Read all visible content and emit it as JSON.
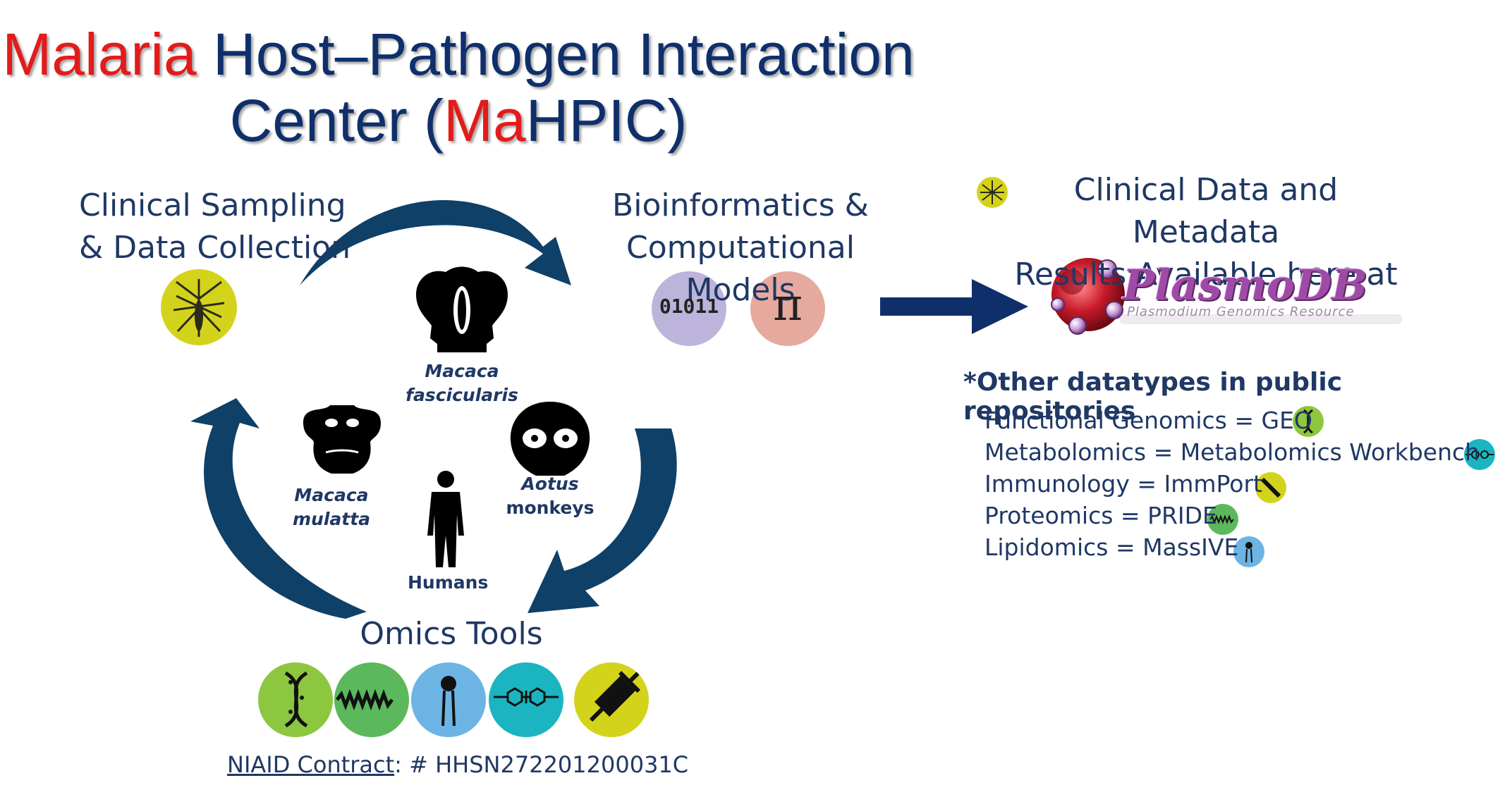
{
  "title": {
    "line1_red": "Malaria",
    "line1_rest": " Host–Pathogen Interaction",
    "line2_a": "Center (",
    "line2_red": "Ma",
    "line2_b": "HPIC)"
  },
  "stages": {
    "clinical_1": "Clinical Sampling",
    "clinical_2": "& Data Collection",
    "bioinf_1": "Bioinformatics &",
    "bioinf_2": "Computational Models",
    "omics": "Omics Tools"
  },
  "species": {
    "fascicularis": "Macaca fascicularis",
    "mulatta_1": "Macaca",
    "mulatta_2": "mulatta",
    "aotus_1": "Aotus",
    "aotus_2": "monkeys",
    "humans": "Humans"
  },
  "icons": {
    "binary_text": "01011",
    "pi_text": "π"
  },
  "clinical_data": {
    "line1": "Clinical Data and Metadata",
    "line2": "Results Available here at"
  },
  "plasmodb": {
    "name": "PlasmoDB",
    "subtitle": "Plasmodium Genomics Resource"
  },
  "other": {
    "heading": "*Other datatypes in public repositories",
    "items": [
      {
        "text": "Functional Genomics = GEO",
        "icon": "dna-icon",
        "color": "#8dc63f"
      },
      {
        "text": "Metabolomics = Metabolomics Workbench",
        "icon": "molecule-icon",
        "color": "#1bb5c1"
      },
      {
        "text": "Immunology = ImmPort",
        "icon": "syringe-icon",
        "color": "#d4d31c"
      },
      {
        "text": "Proteomics = PRIDE",
        "icon": "protein-icon",
        "color": "#5cb85c"
      },
      {
        "text": "Lipidomics = MassIVE",
        "icon": "lipid-icon",
        "color": "#6cb4e4"
      }
    ]
  },
  "contract": {
    "label": "NIAID Contract",
    "rest": ": # HHSN272201200031C"
  },
  "colors": {
    "arrow": "#0e4068",
    "navy": "#0f2f6b",
    "title_red": "#e31b1b",
    "mosquito_bg": "#d4d31c",
    "binary_bg": "#bcb4da",
    "pi_bg": "#e6a99e"
  }
}
